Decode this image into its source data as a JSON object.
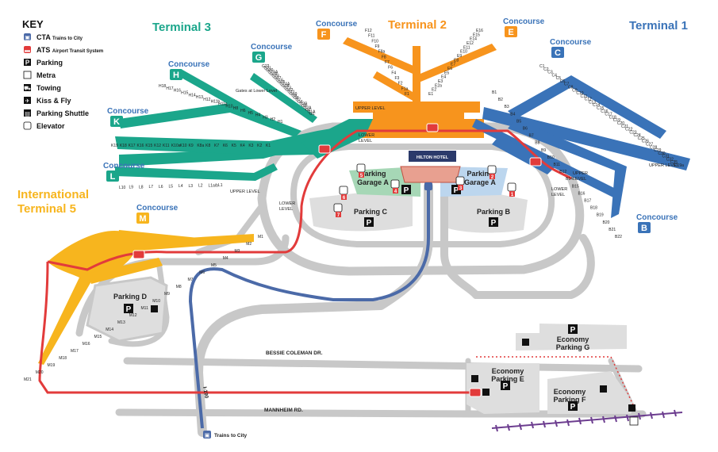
{
  "key": {
    "title": "KEY",
    "items": [
      {
        "icon": "cta-icon",
        "label": "CTA",
        "sub": "Trains to City"
      },
      {
        "icon": "ats-icon",
        "label": "ATS",
        "sub": "Airport Transit System"
      },
      {
        "icon": "parking-icon",
        "label": "Parking"
      },
      {
        "icon": "metra-icon",
        "label": "Metra"
      },
      {
        "icon": "towing-icon",
        "label": "Towing"
      },
      {
        "icon": "kiss-fly-icon",
        "label": "Kiss & Fly"
      },
      {
        "icon": "parking-shuttle-icon",
        "label": "Parking Shuttle"
      },
      {
        "icon": "elevator-icon",
        "label": "Elevator"
      }
    ]
  },
  "terminals": {
    "t1": "Terminal 1",
    "t2": "Terminal 2",
    "t3": "Terminal 3",
    "t5a": "International",
    "t5b": "Terminal 5"
  },
  "concourses": {
    "word": "Concourse",
    "b": "B",
    "c": "C",
    "e": "E",
    "f": "F",
    "g": "G",
    "h": "H",
    "k": "K",
    "l": "L",
    "m": "M"
  },
  "parking": {
    "garage_a": "Parking",
    "garage_a2": "Garage A",
    "b": "Parking B",
    "c": "Parking C",
    "d": "Parking D",
    "econ_e1": "Economy",
    "econ_e2": "Parking E",
    "econ_f1": "Economy",
    "econ_f2": "Parking F",
    "econ_g1": "Economy",
    "econ_g2": "Parking G",
    "p": "P"
  },
  "roads": {
    "bessie": "BESSIE COLEMAN DR.",
    "mannheim": "MANNHEIM RD.",
    "i190": "I-190",
    "trains": "Trains to City"
  },
  "levels": {
    "upper": "UPPER LEVEL",
    "lower": "LOWER LEVEL",
    "upper1": "UPPER",
    "lower1": "LOWER",
    "level": "LEVEL"
  },
  "hotel": "HILTON HOTEL",
  "elevators": [
    "1",
    "2",
    "3",
    "4",
    "5",
    "6",
    "7"
  ],
  "gates": {
    "b": [
      "B1",
      "B2",
      "B3",
      "B4",
      "B5",
      "B6",
      "B7",
      "B8",
      "B9",
      "B10",
      "B11",
      "B12",
      "B14",
      "B15",
      "B16",
      "B17",
      "B18",
      "B19",
      "B20",
      "B21",
      "B22"
    ],
    "c": [
      "C1",
      "C2",
      "C3",
      "C4",
      "C5",
      "C6",
      "C7",
      "C8",
      "C9",
      "C10",
      "C11",
      "C12",
      "C13",
      "C14",
      "C15",
      "C16",
      "C17",
      "C18",
      "C19",
      "C20",
      "C21",
      "C22",
      "C23",
      "C24",
      "C25",
      "C26",
      "C27",
      "C28",
      "C29",
      "C30",
      "C31",
      "C32",
      "C35",
      "C19a"
    ],
    "e": [
      "E1",
      "E2",
      "E2a",
      "E3",
      "E4",
      "E5",
      "E6",
      "E7",
      "E8",
      "E9",
      "E10",
      "E11",
      "E12",
      "E14",
      "E15",
      "E16"
    ],
    "f": [
      "F1",
      "F1a",
      "F2",
      "F3",
      "F4",
      "F6",
      "F7",
      "F8",
      "F8a",
      "F9",
      "F10",
      "F11",
      "F12"
    ],
    "g": [
      "G1",
      "G1A",
      "G2",
      "G2A",
      "G3",
      "G3B",
      "G6",
      "G7",
      "G8",
      "G9",
      "G10",
      "G11",
      "G12",
      "G13",
      "G14",
      "G14A",
      "G15",
      "G16",
      "G17",
      "G18",
      "G19",
      "G19A",
      "G20",
      "G21",
      "G22"
    ],
    "g_note": "Gates at Lower Level",
    "h": [
      "H1",
      "H2",
      "H3",
      "H4",
      "H5",
      "H6",
      "H8",
      "H10",
      "H11a",
      "H11b",
      "H12",
      "H13",
      "H14",
      "H15",
      "H16",
      "H17",
      "H18"
    ],
    "k": [
      "K1",
      "K2",
      "K3",
      "K4",
      "K5",
      "K6",
      "K7",
      "K8",
      "K8a",
      "K9",
      "K10",
      "K10a",
      "K11",
      "K12",
      "K15",
      "K16",
      "K17",
      "K18",
      "K19"
    ],
    "l": [
      "L1",
      "L1a/b",
      "L2",
      "L3",
      "L4",
      "L5",
      "L6",
      "L7",
      "L8",
      "L9",
      "L10"
    ],
    "m": [
      "M1",
      "M2",
      "M3",
      "M4",
      "M5",
      "M6",
      "M7",
      "M8",
      "M9",
      "M10",
      "M11",
      "M12",
      "M13",
      "M14",
      "M15",
      "M16",
      "M17",
      "M18",
      "M19",
      "M20",
      "M21"
    ]
  },
  "colors": {
    "t1": "#3a73b8",
    "t2": "#f7941d",
    "t3": "#1ba68b",
    "t5": "#f7b51e",
    "ats": "#e23b3b",
    "cta": "#4b6aa8",
    "road": "#cccccc",
    "metra": "#6c3d8f",
    "garage": "#a6d7b6",
    "garage_b": "#bcd6ee"
  }
}
